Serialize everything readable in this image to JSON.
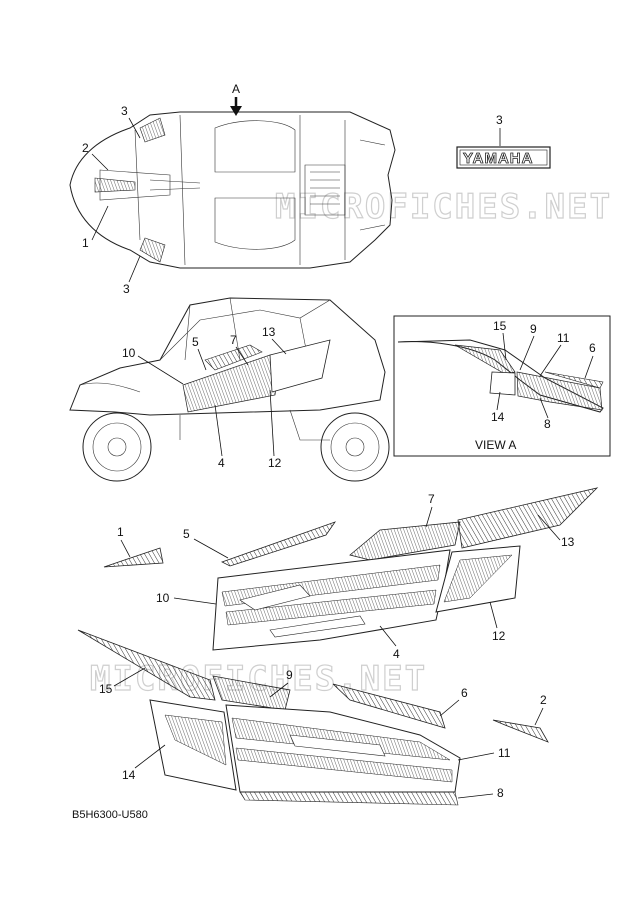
{
  "view_marker": "A",
  "view_caption": "VIEW A",
  "drawing_code": "B5H6300-U580",
  "logo_text": "YAMAHA",
  "watermark": "MICROFICHES.NET",
  "callouts": {
    "c1": "1",
    "c2": "2",
    "c3": "3",
    "c4": "4",
    "c5": "5",
    "c6": "6",
    "c7": "7",
    "c8": "8",
    "c9": "9",
    "c10": "10",
    "c11": "11",
    "c12": "12",
    "c13": "13",
    "c14": "14",
    "c15": "15"
  }
}
